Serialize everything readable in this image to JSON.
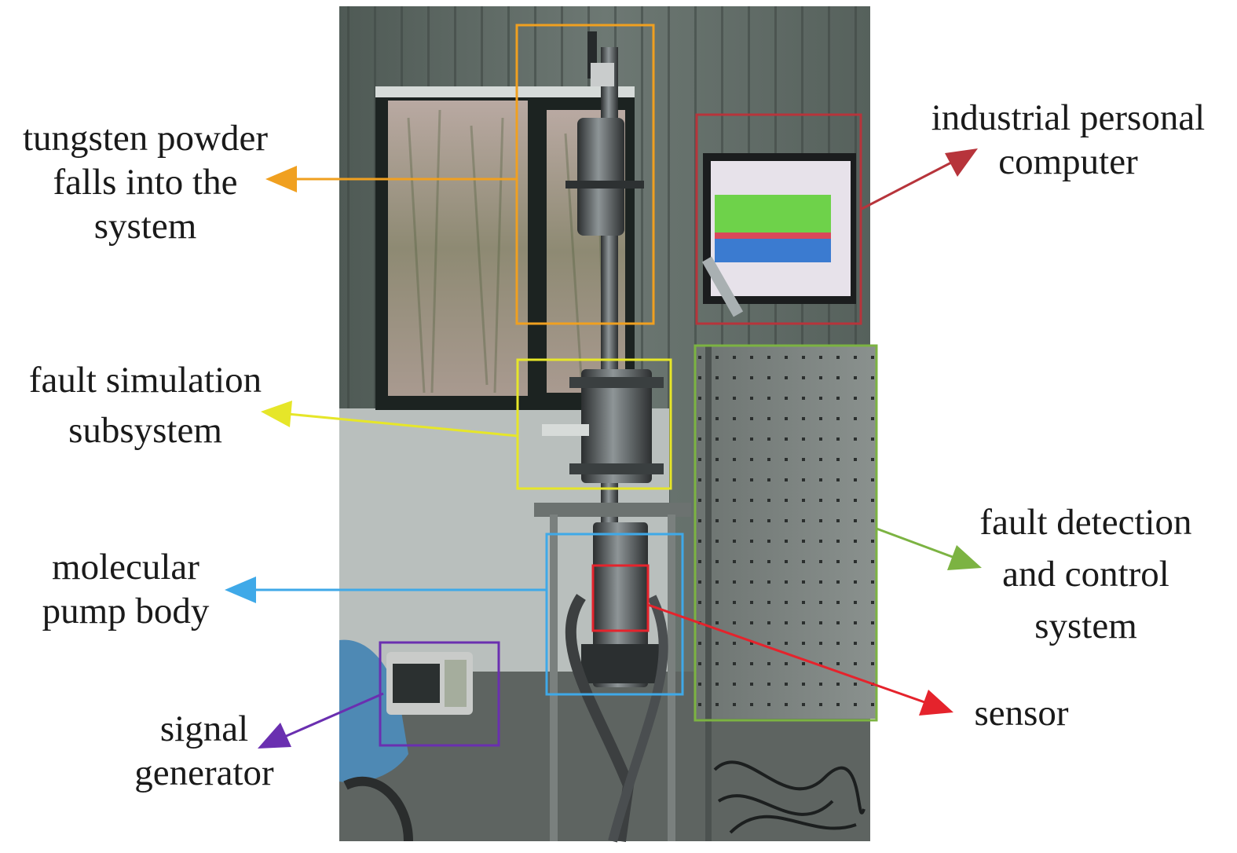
{
  "colors": {
    "background": "#ffffff",
    "orange": "#f0a020",
    "yellow": "#e6e629",
    "blue": "#3fa9e8",
    "purple": "#6a2fb0",
    "crimson": "#b7343b",
    "red": "#e5232c",
    "green": "#7cb342",
    "text": "#1a1a1a"
  },
  "labels": {
    "tungsten": [
      "tungsten powder",
      "falls into the",
      "system"
    ],
    "fault_sim": [
      "fault simulation",
      "subsystem"
    ],
    "pump": [
      "molecular",
      "pump body"
    ],
    "signal": [
      "signal",
      "generator"
    ],
    "ipc": [
      "industrial personal",
      "computer"
    ],
    "fault_det": [
      "fault detection",
      "and control",
      "system"
    ],
    "sensor": [
      "sensor"
    ]
  },
  "photo": {
    "description_icon": "equipment-photo"
  }
}
